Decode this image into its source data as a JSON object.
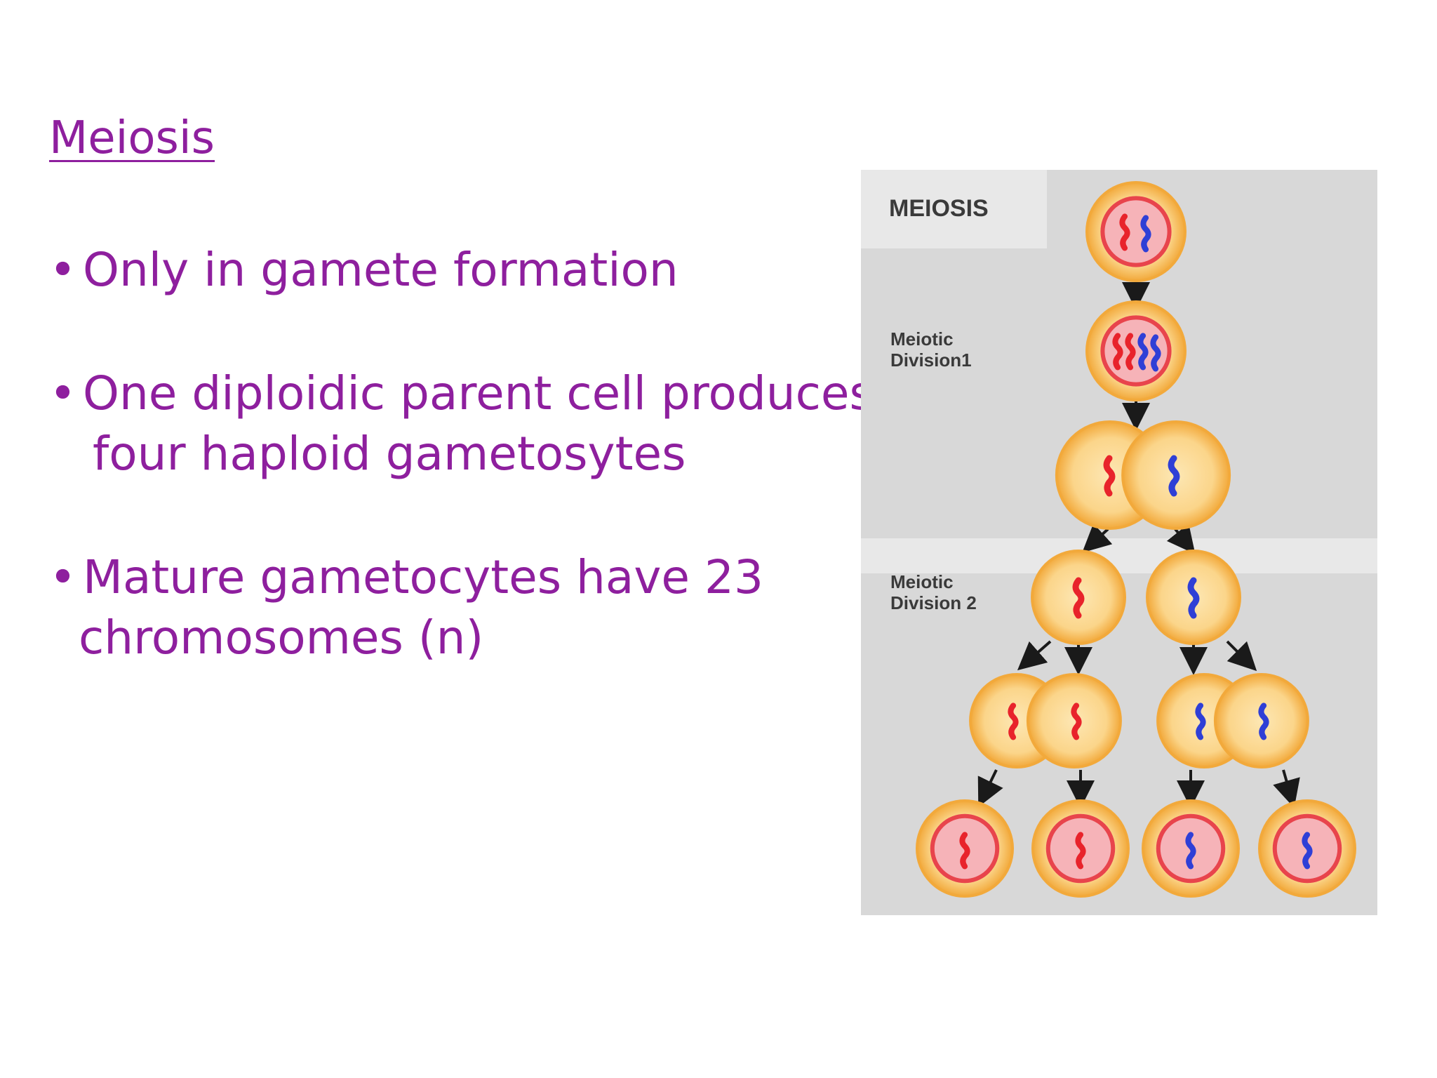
{
  "slide": {
    "title": "Meiosis",
    "bullets": [
      {
        "marker": "•",
        "lines": [
          "Only in gamete formation"
        ]
      },
      {
        "marker": "•",
        "lines": [
          "One diploidic parent cell produces",
          "four haploid gametosytes"
        ]
      },
      {
        "marker": "•",
        "lines": [
          "Mature gametocytes have 23",
          "chromosomes (n)"
        ]
      }
    ]
  },
  "diagram": {
    "heading": "MEIOSIS",
    "stage1_label": [
      "Meiotic",
      "Division1"
    ],
    "stage2_label": [
      "Meiotic",
      "Division 2"
    ],
    "colors": {
      "panel_bg": "#d8d8d8",
      "panel_light": "#e8e8e8",
      "cell_outer": "#f2a93b",
      "cell_inner": "#fbd58a",
      "nucleus": "#f6b3b8",
      "nucleus_rim": "#e8444c",
      "chromosome_red": "#e8232b",
      "chromosome_blue": "#2f3fd6",
      "arrow": "#1a1a1a",
      "text_purple": "#8e1f9e"
    }
  }
}
